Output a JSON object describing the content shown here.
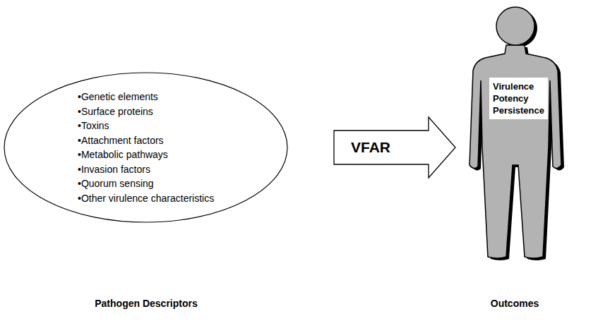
{
  "diagram": {
    "nodes": [
      {
        "text": [
          "•Genetic elements",
          "•Surface proteins",
          "•Toxins",
          "•Attachment factors",
          "•Metabolic pathways",
          "•Invasion factors",
          "•Quorum sensing",
          "•Other virulence characteristics"
        ]
      },
      {
        "text": [
          "Virulence",
          "Potency",
          "Persistence"
        ]
      }
    ],
    "edges": [
      {
        "from": 0,
        "to": 1,
        "arrow": "to",
        "label": "VFAR"
      }
    ],
    "labels": [
      "Pathogen Descriptors",
      "Outcomes"
    ]
  }
}
